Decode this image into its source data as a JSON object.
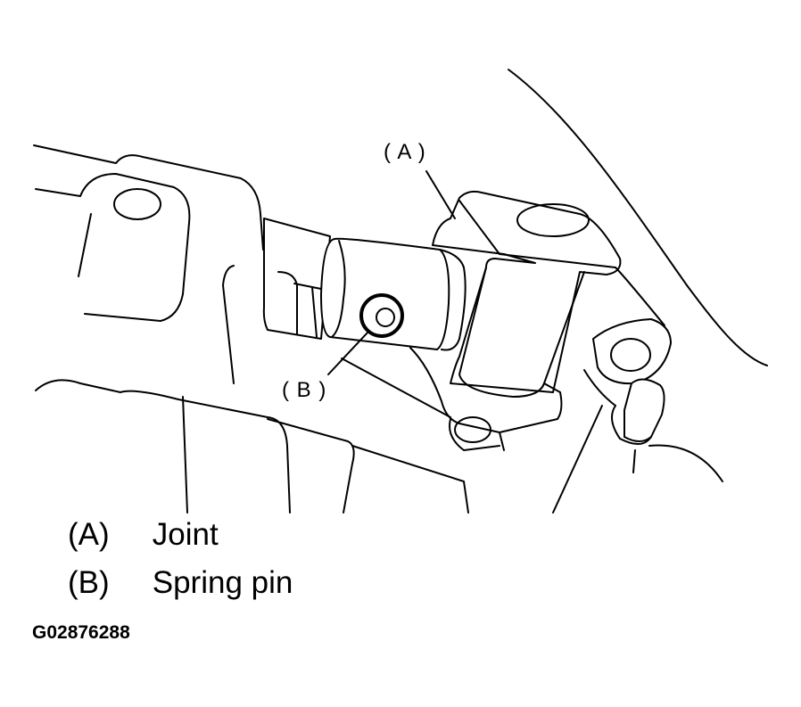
{
  "callouts": {
    "a": "( A )",
    "b": "( B )"
  },
  "legend": [
    {
      "key": "(A)",
      "label": "Joint"
    },
    {
      "key": "(B)",
      "label": "Spring pin"
    }
  ],
  "figure_id": "G02876288"
}
